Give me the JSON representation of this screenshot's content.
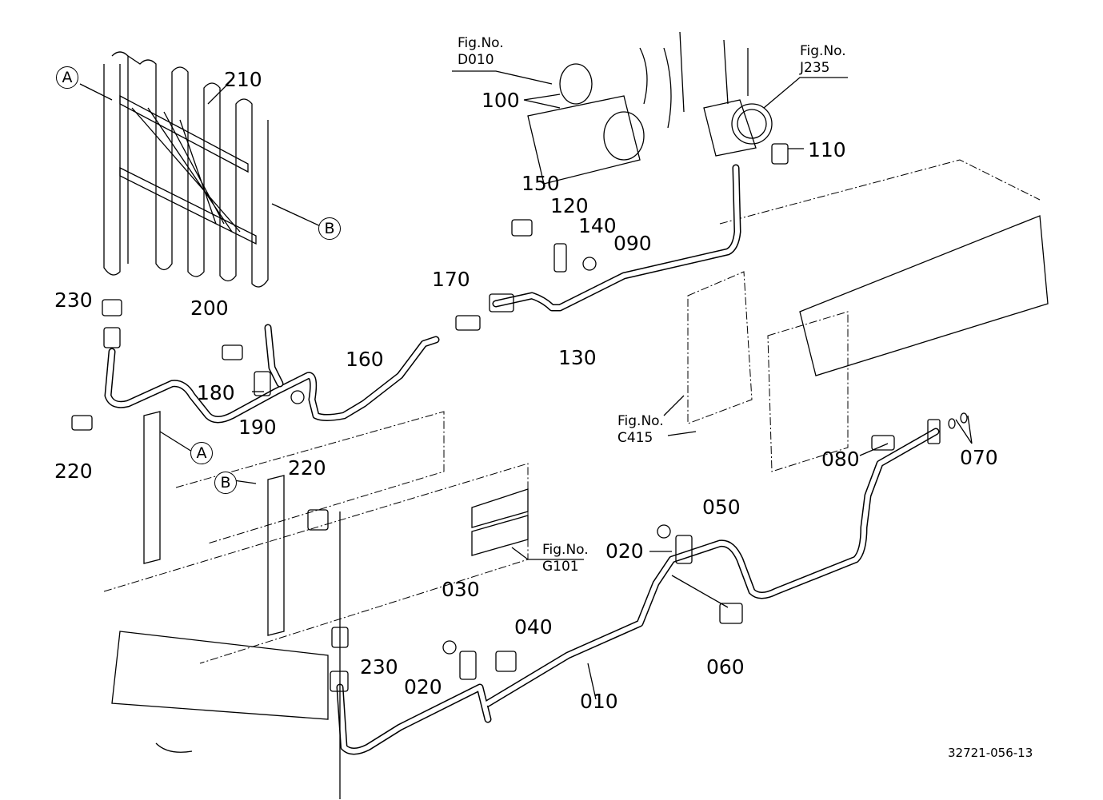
{
  "diagram": {
    "type": "exploded parts diagram",
    "drawing_code": "32721-056-13",
    "figure_refs": [
      {
        "id": "fig-d010",
        "title": "Fig.No.",
        "code": "D010"
      },
      {
        "id": "fig-j235",
        "title": "Fig.No.",
        "code": "J235"
      },
      {
        "id": "fig-c415",
        "title": "Fig.No.",
        "code": "C415"
      },
      {
        "id": "fig-g101",
        "title": "Fig.No.",
        "code": "G101"
      }
    ],
    "view_markers": [
      "A",
      "B"
    ],
    "part_labels": {
      "p010": "010",
      "p020a": "020",
      "p020b": "020",
      "p030": "030",
      "p040": "040",
      "p050": "050",
      "p060": "060",
      "p070": "070",
      "p080": "080",
      "p090": "090",
      "p100": "100",
      "p110": "110",
      "p120": "120",
      "p130": "130",
      "p140": "140",
      "p150": "150",
      "p160": "160",
      "p170": "170",
      "p180": "180",
      "p190": "190",
      "p200": "200",
      "p210": "210",
      "p220a": "220",
      "p220b": "220",
      "p230a": "230",
      "p230b": "230"
    }
  }
}
